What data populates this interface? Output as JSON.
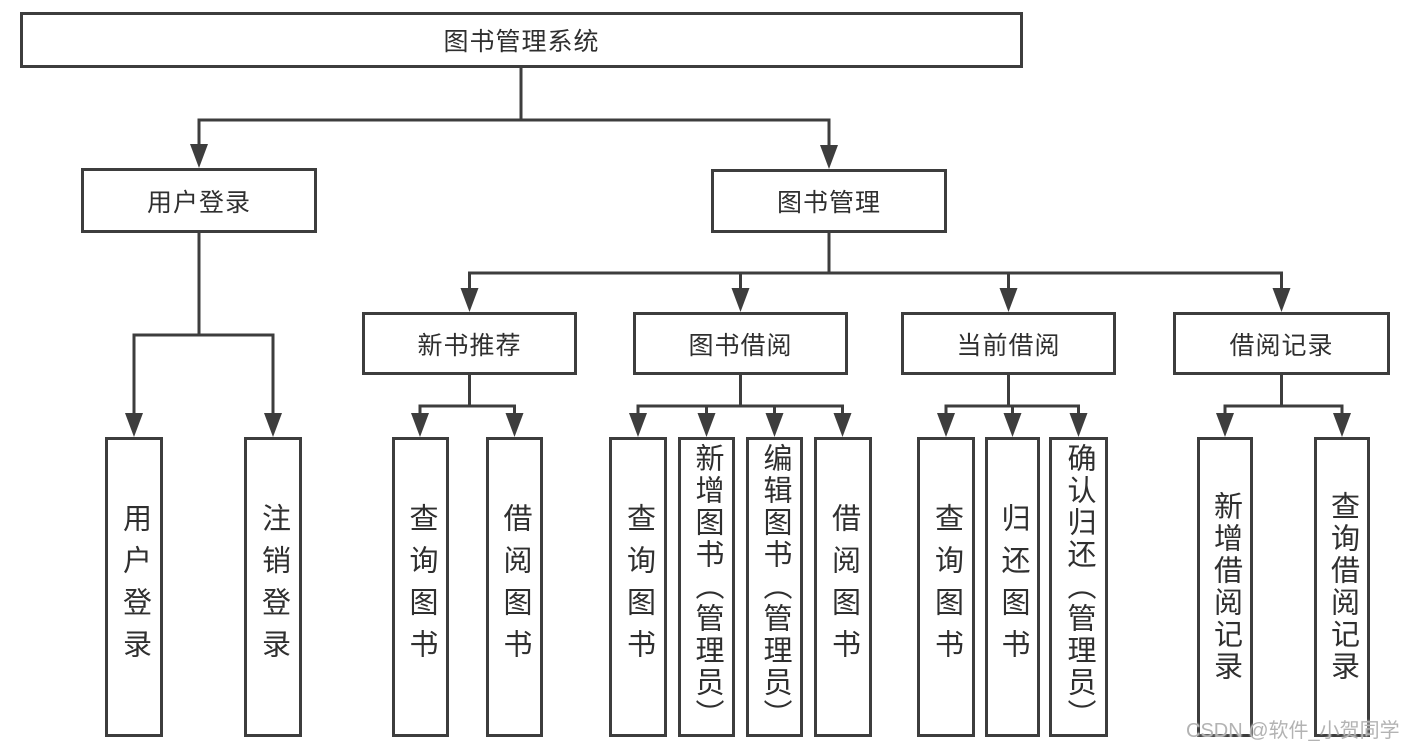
{
  "tree": {
    "root": "图书管理系统",
    "branches": [
      {
        "label": "用户登录",
        "children": [
          "用户登录",
          "注销登录"
        ]
      },
      {
        "label": "图书管理",
        "sections": [
          {
            "label": "新书推荐",
            "children": [
              "查询图书",
              "借阅图书"
            ]
          },
          {
            "label": "图书借阅",
            "children": [
              "查询图书",
              "新增图书（管理员）",
              "编辑图书（管理员）",
              "借阅图书"
            ]
          },
          {
            "label": "当前借阅",
            "children": [
              "查询图书",
              "归还图书",
              "确认归还（管理员）"
            ]
          },
          {
            "label": "借阅记录",
            "children": [
              "新增借阅记录",
              "查询借阅记录"
            ]
          }
        ]
      }
    ]
  },
  "watermark": "CSDN @软件_小贺同学",
  "colors": {
    "line": "#3d3d3d",
    "text": "#2f2f2f",
    "background": "#ffffff",
    "watermark": "#b3b3b3"
  }
}
